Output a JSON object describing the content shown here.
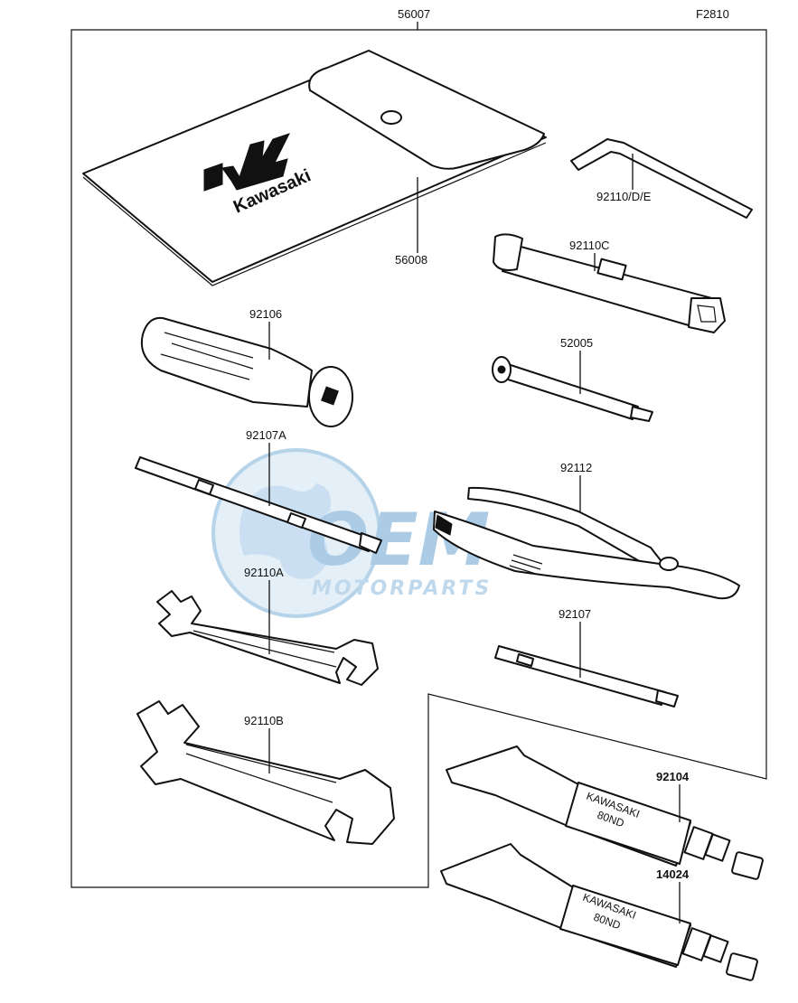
{
  "figure_code": "F2810",
  "watermark": {
    "brand": "OEM",
    "sub": "MOTORPARTS",
    "color": "#4a90c8"
  },
  "pouch": {
    "logo_text": "Kawasaki"
  },
  "tube_text": {
    "line1": "KAWASAKI",
    "line2": "80ND"
  },
  "callouts": {
    "toolkit_set": "56007",
    "pouch": "56008",
    "hex_key": "92110/D/E",
    "plug_wrench": "92110C",
    "screwdriver_bit": "52005",
    "handle": "92106",
    "screwdriver_shaft": "92107A",
    "pliers": "92112",
    "wrench_small": "92110A",
    "screwdriver": "92107",
    "wrench_large": "92110B",
    "grease_tube_1": "92104",
    "grease_tube_2": "14024"
  }
}
